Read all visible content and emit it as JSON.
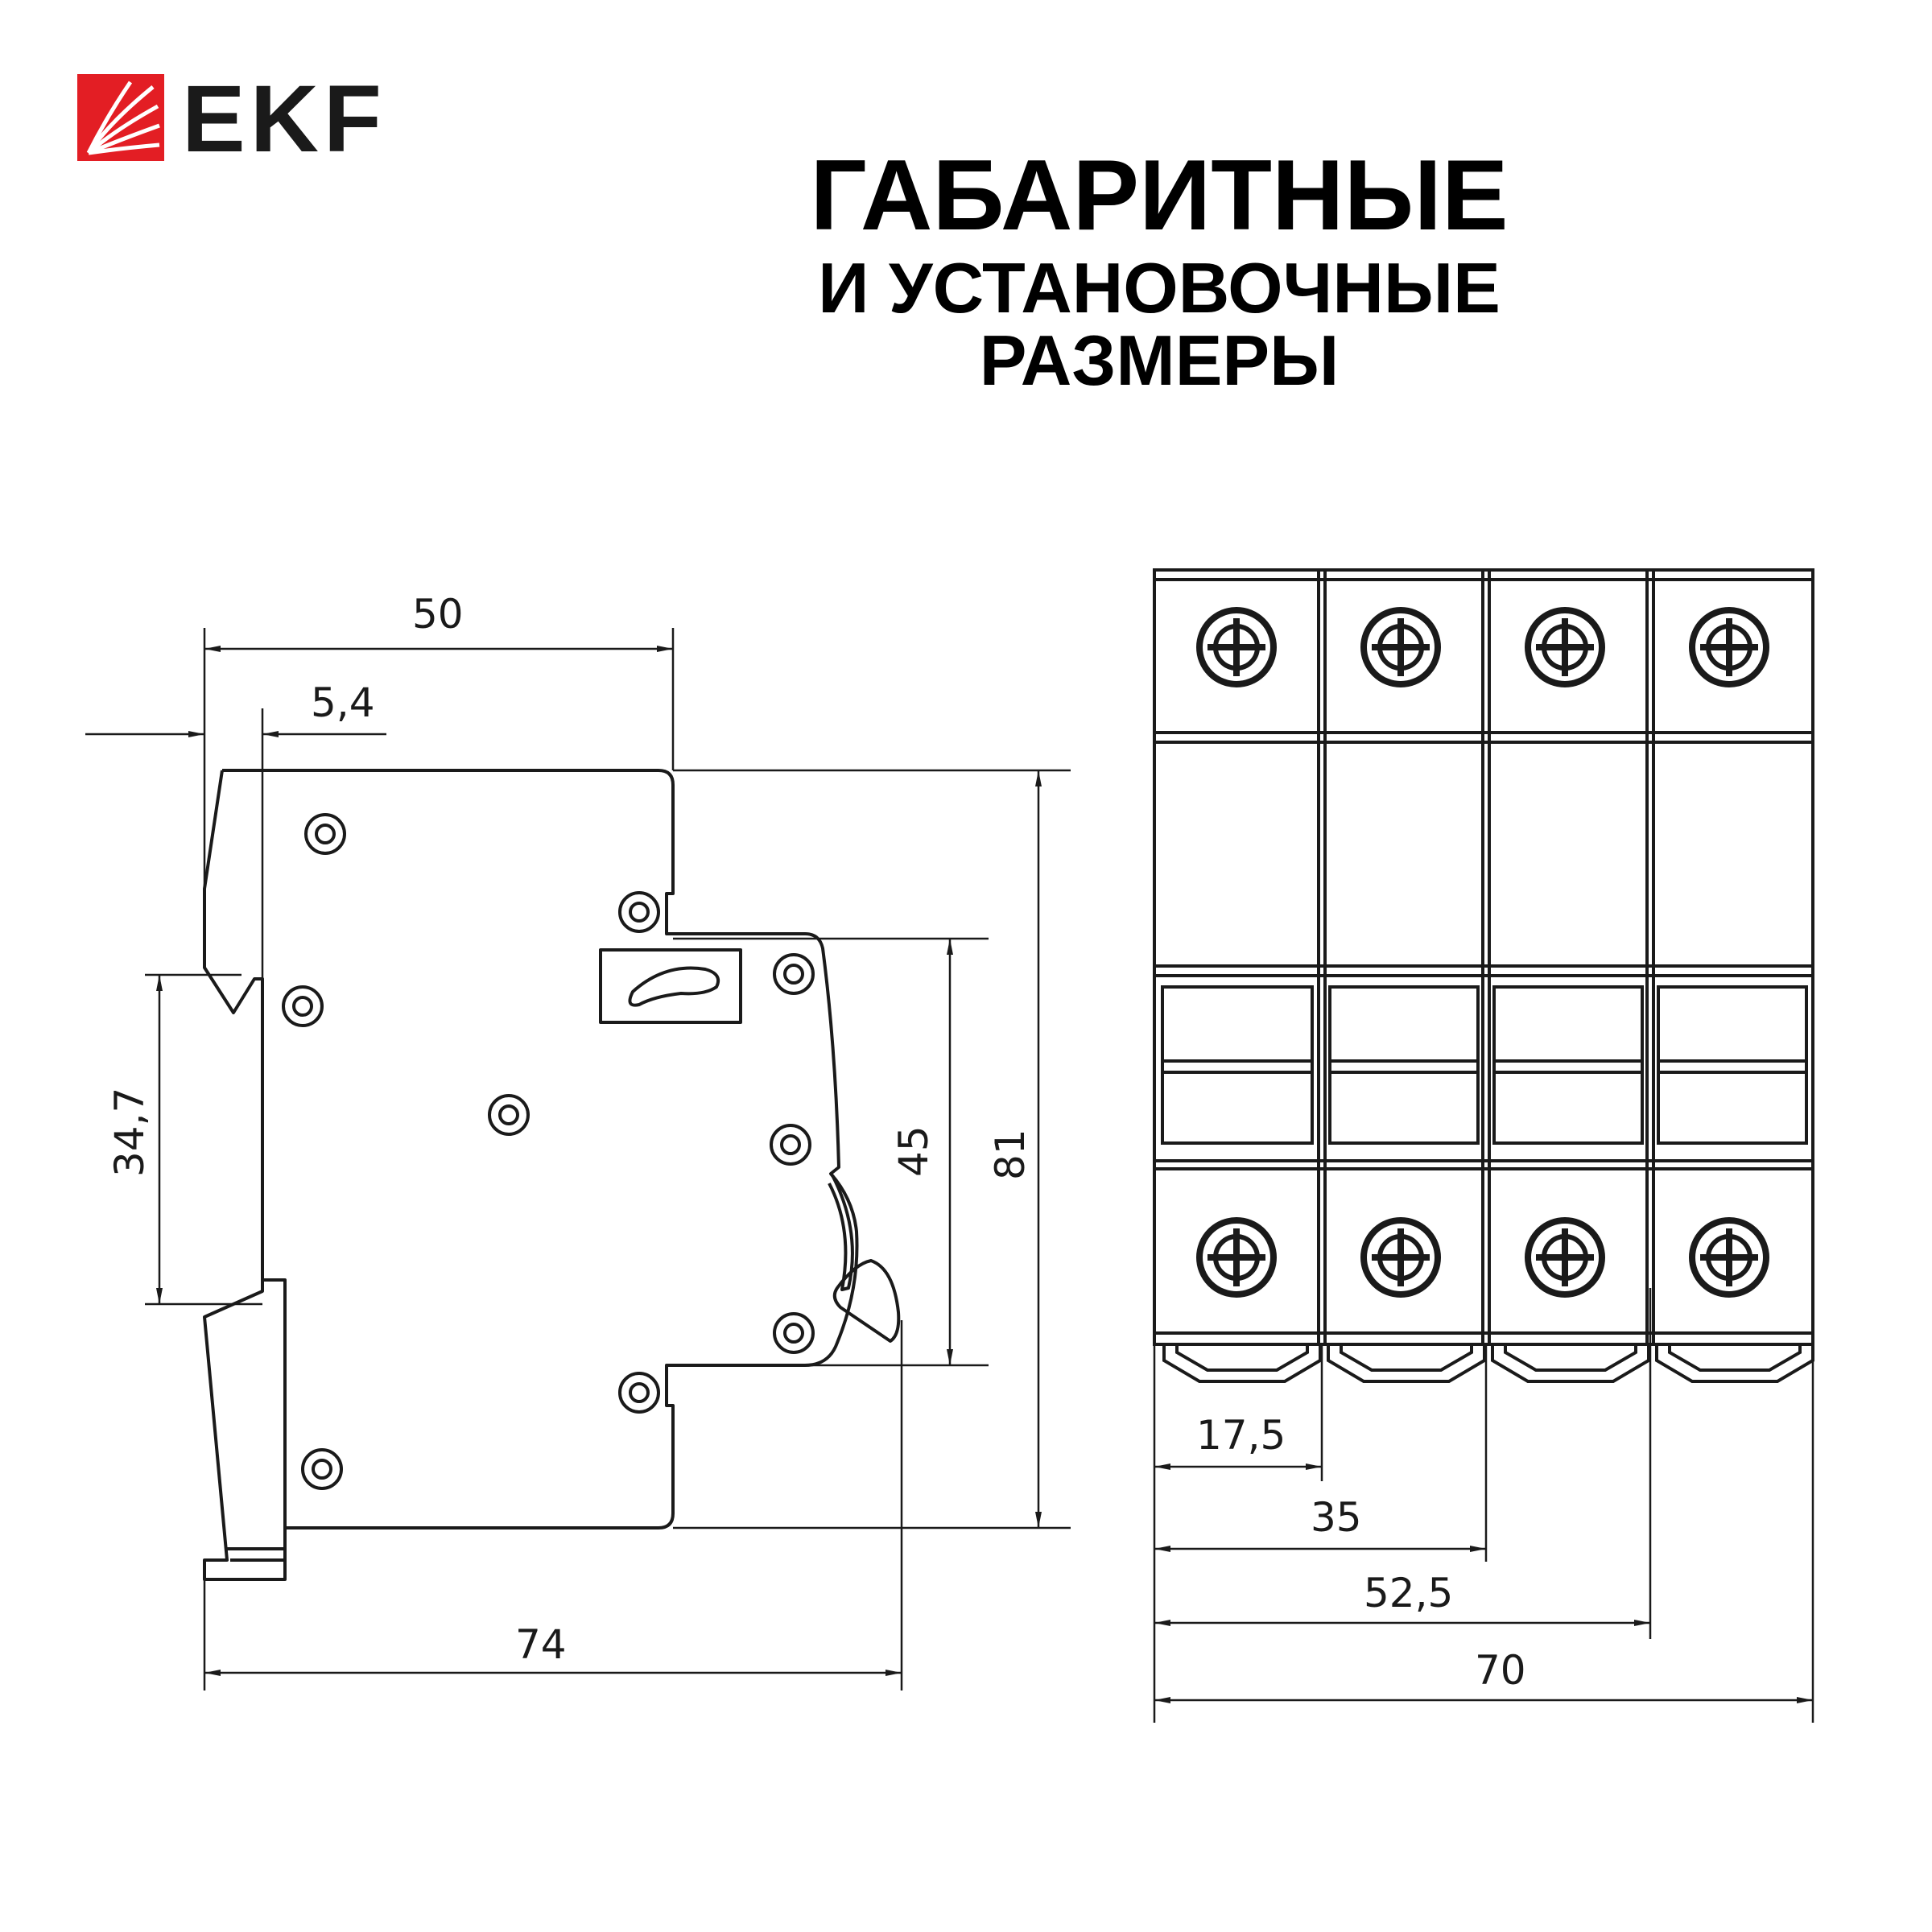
{
  "brand": {
    "name": "EKF",
    "colors": {
      "logo_red": "#e31e24",
      "ink": "#1a1a1a"
    }
  },
  "title": {
    "line1": "ГАБАРИТНЫЕ",
    "line2": "И УСТАНОВОЧНЫЕ",
    "line3": "РАЗМЕРЫ"
  },
  "dimensions": {
    "side": {
      "depth_front": "50",
      "offset": "5,4",
      "rail_height": "34,7",
      "front_height": "45",
      "height": "81",
      "depth_total": "74"
    },
    "front": {
      "pole_1": "17,5",
      "pole_2": "35",
      "pole_3": "52,5",
      "width": "70"
    }
  }
}
